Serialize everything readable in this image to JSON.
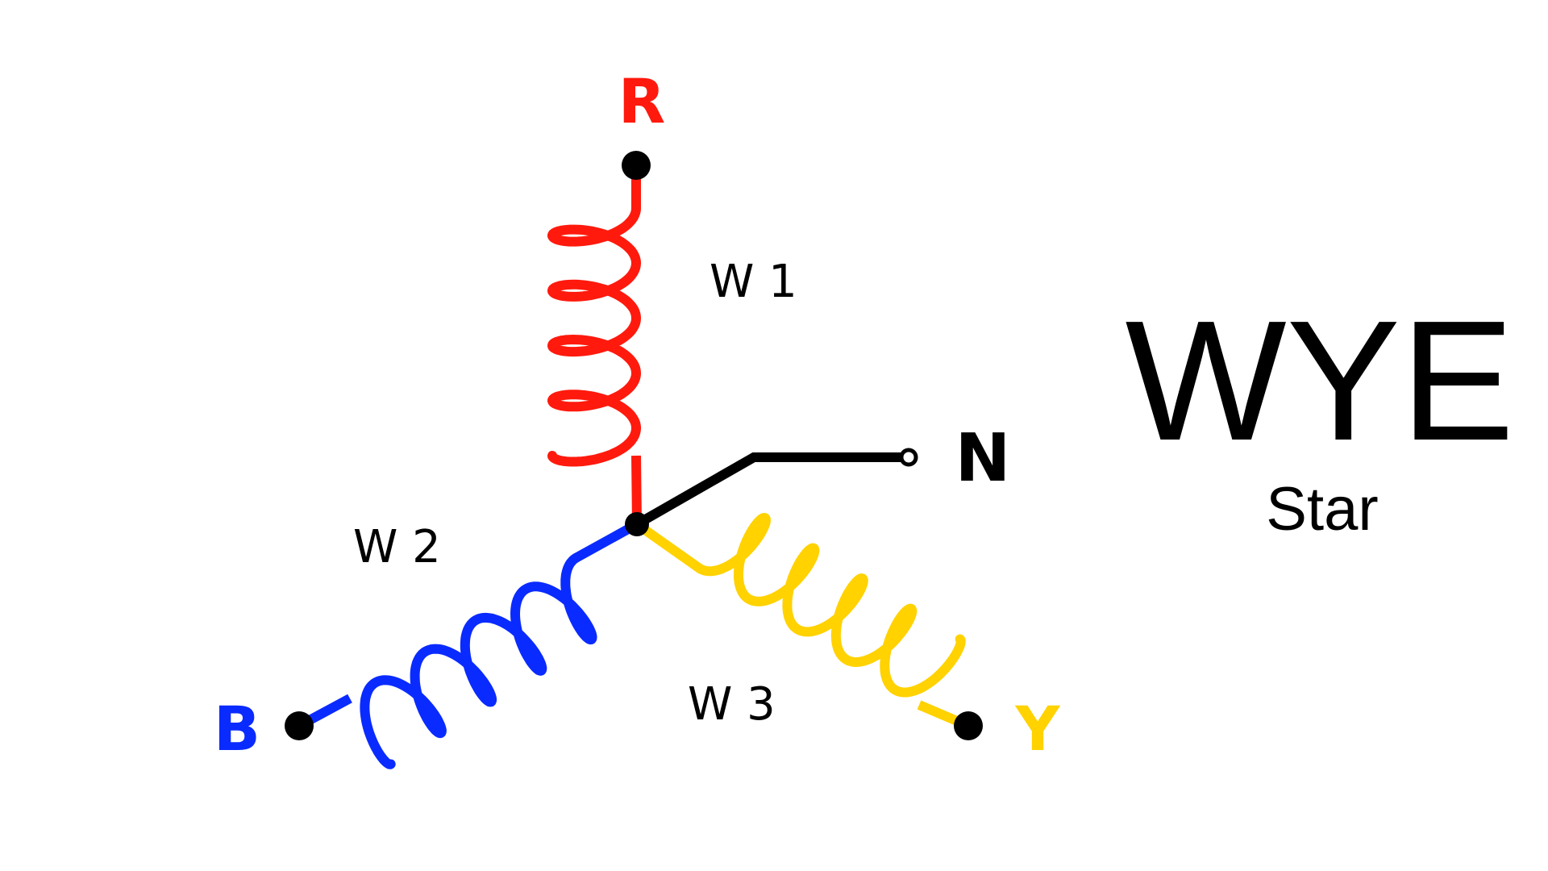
{
  "diagram": {
    "type": "three-phase wye (star) winding connection",
    "title": "WYE",
    "subtitle": "Star",
    "terminals": {
      "R": {
        "label": "R",
        "color": "#ff1a0d"
      },
      "B": {
        "label": "B",
        "color": "#0a2bff"
      },
      "Y": {
        "label": "Y",
        "color": "#ffd200"
      },
      "N": {
        "label": "N",
        "color": "#000000"
      }
    },
    "windings": [
      {
        "label": "W 1",
        "phase": "R",
        "color": "#ff1a0d",
        "turns": 4
      },
      {
        "label": "W 2",
        "phase": "B",
        "color": "#0a2bff",
        "turns": 4
      },
      {
        "label": "W 3",
        "phase": "Y",
        "color": "#ffd200",
        "turns": 4
      }
    ],
    "neutral": {
      "label": "N",
      "color": "#000000",
      "connection": "common star point"
    }
  }
}
